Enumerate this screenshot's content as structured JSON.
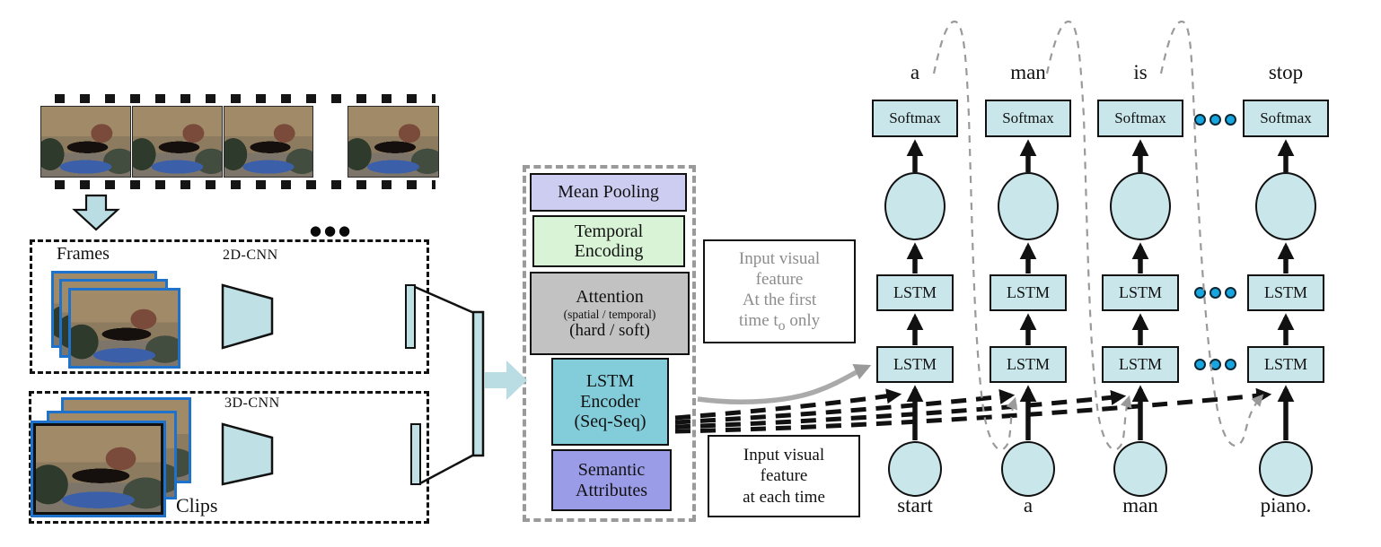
{
  "colors": {
    "decoder_fill": "#c9e6ea",
    "mean_pooling": "#cdcdf2",
    "temporal_encoding": "#d9f3d7",
    "attention": "#c2c2c2",
    "lstm_encoder": "#83ccd9",
    "semantic_attributes": "#9b9ce8",
    "frame_border_blue": "#1e72cc",
    "dot_cyan": "#18a6e0",
    "muted_text": "#8c8c8c"
  },
  "film_strip": {
    "ellipsis": "●●●"
  },
  "frames_panel": {
    "title": "Frames",
    "cnn_label": "2D-CNN"
  },
  "clips_panel": {
    "title": "Clips",
    "cnn_label": "3D-CNN"
  },
  "encoder_stack": {
    "mean_pooling": "Mean Pooling",
    "temporal_encoding": [
      "Temporal",
      "Encoding"
    ],
    "attention": [
      "Attention",
      "(spatial / temporal)",
      "(hard / soft)"
    ],
    "lstm_encoder": [
      "LSTM",
      "Encoder",
      "(Seq-Seq)"
    ],
    "semantic_attributes": [
      "Semantic",
      "Attributes"
    ]
  },
  "notes": {
    "first_time": {
      "line1": "Input visual",
      "line2": "feature",
      "line3": "At the first",
      "line4_pre": "time t",
      "line4_sub": "o",
      "line4_post": " only"
    },
    "each_time": {
      "line1": "Input visual",
      "line2": "feature",
      "line3": "at each time"
    }
  },
  "decoder": {
    "softmax_label": "Softmax",
    "lstm_label": "LSTM",
    "ellipsis": "●●●",
    "columns": [
      {
        "output_word": "a",
        "input_word": "start"
      },
      {
        "output_word": "man",
        "input_word": "a"
      },
      {
        "output_word": "is",
        "input_word": "man"
      },
      {
        "output_word": "stop",
        "input_word": "piano."
      }
    ]
  }
}
